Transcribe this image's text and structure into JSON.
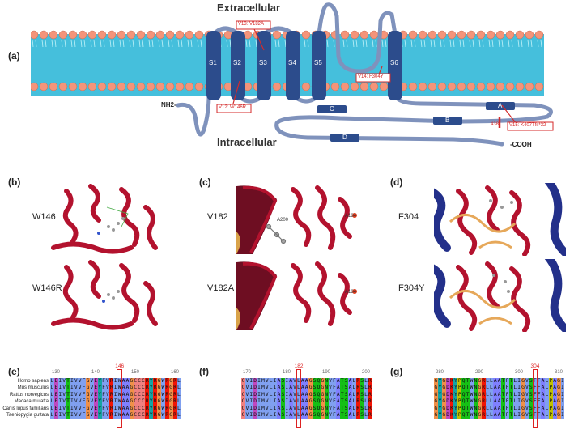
{
  "panel_a": {
    "label": "(a)",
    "extracellular": "Extracellular",
    "intracellular": "Intracellular",
    "nh2": "NH2-",
    "cooh": "-COOH",
    "segments": [
      "S1",
      "S2",
      "S3",
      "S4",
      "S5",
      "S6"
    ],
    "helices": [
      "A",
      "B",
      "C",
      "D"
    ],
    "callouts": {
      "v13": "V13: V182A",
      "v12": "V12: W146R",
      "v14": "V14: F304Y",
      "v15": "V15: K407Tfs*32",
      "pos438": "438"
    },
    "colors": {
      "membrane": "#45bfdc",
      "lipid_head": "#f4947a",
      "helix": "#2c4c8c",
      "loop": "#7f92bc",
      "callout": "#d42a2a"
    }
  },
  "panel_b": {
    "label": "(b)",
    "wild": "W146",
    "mutant": "W146R"
  },
  "panel_c": {
    "label": "(c)",
    "wild": "V182",
    "mutant": "V182A",
    "residue_label": "A184",
    "residue_label2": "A200"
  },
  "panel_d": {
    "label": "(d)",
    "wild": "F304",
    "mutant": "F304Y"
  },
  "species": [
    "Homo sapiens",
    "Mus musculus",
    "Rattus norvegicus",
    "Macaca mulatta",
    "Canis lupus familiaris",
    "Taeniopygia guttata"
  ],
  "alignments": [
    {
      "label": "(e)",
      "highlight": "146",
      "ticks": [
        "130",
        "140",
        "150",
        "160"
      ],
      "sequence": "LEIVTIVVFGVEYFVRIWAAGCCCRYRGWRGRL",
      "highlight_index": 17
    },
    {
      "label": "(f)",
      "highlight": "182",
      "ticks": [
        "170",
        "180",
        "190",
        "200"
      ],
      "sequence": "CVIDIMVLIASIAVLAAGSQGNVFATSALRSLR",
      "highlight_index": 14
    },
    {
      "label": "(g)",
      "highlight": "304",
      "ticks": [
        "280",
        "290",
        "300",
        "310"
      ],
      "sequence": "GYGDKYPQTWNGRLLAATFTLIGVSFFALPAGI",
      "highlight_index": 25
    }
  ],
  "aa_colors": {
    "A": "#8080ff",
    "C": "#f08080",
    "D": "#c048c0",
    "E": "#c048c0",
    "F": "#80a0f0",
    "G": "#f09048",
    "H": "#15a4a4",
    "I": "#80a0f0",
    "K": "#f01505",
    "L": "#80a0f0",
    "M": "#80a0f0",
    "N": "#15c015",
    "P": "#c0c000",
    "Q": "#15c015",
    "R": "#f01505",
    "S": "#15c015",
    "T": "#15c015",
    "V": "#80a0f0",
    "W": "#80a0f0",
    "Y": "#15a4a4"
  }
}
